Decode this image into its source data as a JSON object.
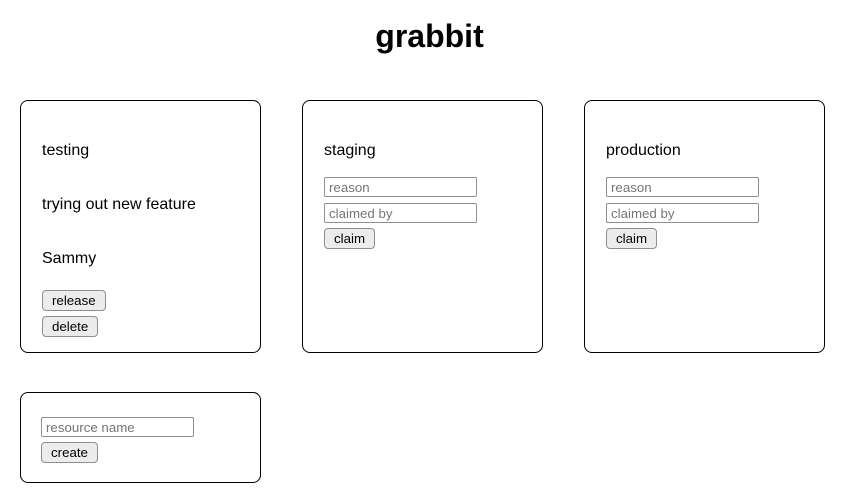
{
  "page": {
    "title": "grabbit"
  },
  "colors": {
    "background": "#ffffff",
    "text": "#000000",
    "card_border": "#000000",
    "input_border": "#8f8f8f",
    "placeholder_text": "#767676",
    "button_background": "#ececec",
    "button_border": "#8e8e8e"
  },
  "resources": [
    {
      "name": "testing",
      "state": "claimed",
      "reason": "trying out new feature",
      "claimed_by": "Sammy",
      "buttons": {
        "release": "release",
        "delete": "delete"
      }
    },
    {
      "name": "staging",
      "state": "free",
      "inputs": {
        "reason_placeholder": "reason",
        "claimed_by_placeholder": "claimed by"
      },
      "buttons": {
        "claim": "claim"
      }
    },
    {
      "name": "production",
      "state": "free",
      "inputs": {
        "reason_placeholder": "reason",
        "claimed_by_placeholder": "claimed by"
      },
      "buttons": {
        "claim": "claim"
      }
    }
  ],
  "create_form": {
    "name_placeholder": "resource name",
    "create_label": "create"
  }
}
